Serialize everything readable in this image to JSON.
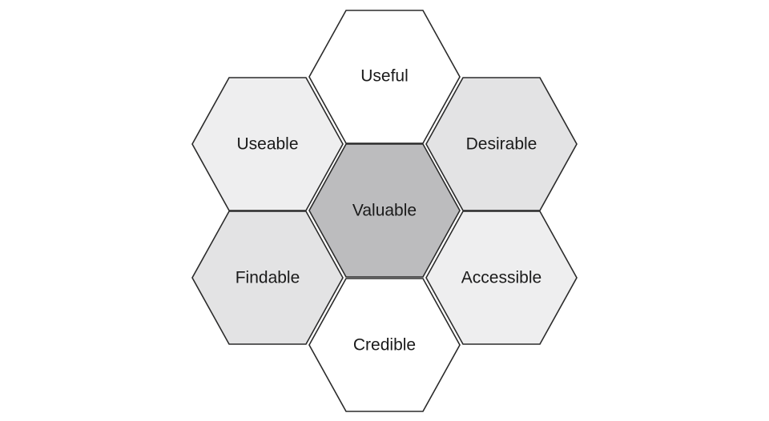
{
  "diagram": {
    "cells": [
      {
        "id": "useful",
        "label": "Useful",
        "fill": "#ffffff"
      },
      {
        "id": "useable",
        "label": "Useable",
        "fill": "#eeeeef"
      },
      {
        "id": "desirable",
        "label": "Desirable",
        "fill": "#e3e3e4"
      },
      {
        "id": "valuable",
        "label": "Valuable",
        "fill": "#bcbcbe"
      },
      {
        "id": "findable",
        "label": "Findable",
        "fill": "#e3e3e4"
      },
      {
        "id": "accessible",
        "label": "Accessible",
        "fill": "#eeeeef"
      },
      {
        "id": "credible",
        "label": "Credible",
        "fill": "#ffffff"
      }
    ]
  }
}
